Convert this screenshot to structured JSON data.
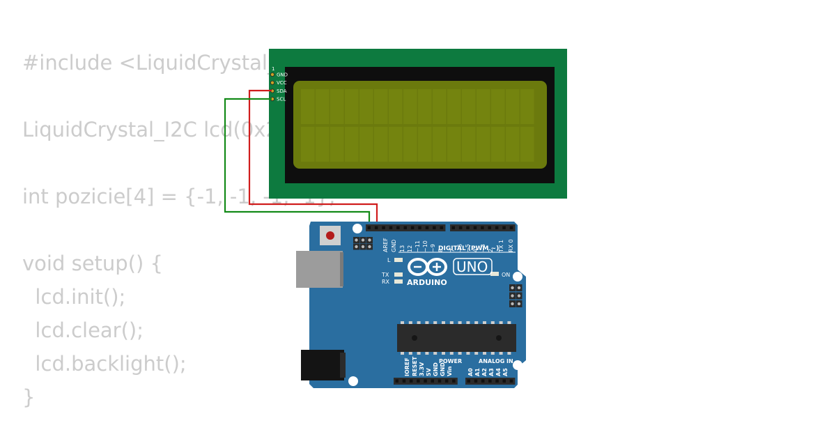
{
  "code_lines": [
    "#include <LiquidCrystal_I2C.h>",
    "",
    "LiquidCrystal_I2C lcd(0x27, 16, 2);",
    "",
    "int pozicie[4] = {-1, -1, -1, -1};",
    "",
    "void setup() {",
    "  lcd.init();",
    "  lcd.clear();",
    "  lcd.backlight();",
    "}"
  ],
  "lcd": {
    "pin_number": "1",
    "pins": [
      "GND",
      "VCC",
      "SDA",
      "SCL"
    ],
    "columns": 16,
    "rows": 2
  },
  "arduino": {
    "brand": "ARDUINO",
    "model": "UNO",
    "digital_header": "DIGITAL (PWM ~)",
    "digital_pins": [
      "AREF",
      "GND",
      "13",
      "12",
      "~11",
      "~10",
      "~9",
      "8",
      "7",
      "~6",
      "~5",
      "4",
      "~3",
      "2",
      "TX 1",
      "RX 0"
    ],
    "power_label": "POWER",
    "analog_label": "ANALOG IN",
    "power_pins": [
      "IOREF",
      "RESET",
      "3.3V",
      "5V",
      "GND",
      "GND",
      "Vin"
    ],
    "analog_pins": [
      "A0",
      "A1",
      "A2",
      "A3",
      "A4",
      "A5"
    ],
    "led_l": "L",
    "led_tx": "TX",
    "led_rx": "RX",
    "led_on": "ON"
  },
  "colors": {
    "lcd_pcb": "#0d7a3f",
    "lcd_screen": "#6b7a0d",
    "board": "#2a6ea0",
    "wire_sda": "#d01c1c",
    "wire_scl": "#138a17"
  }
}
